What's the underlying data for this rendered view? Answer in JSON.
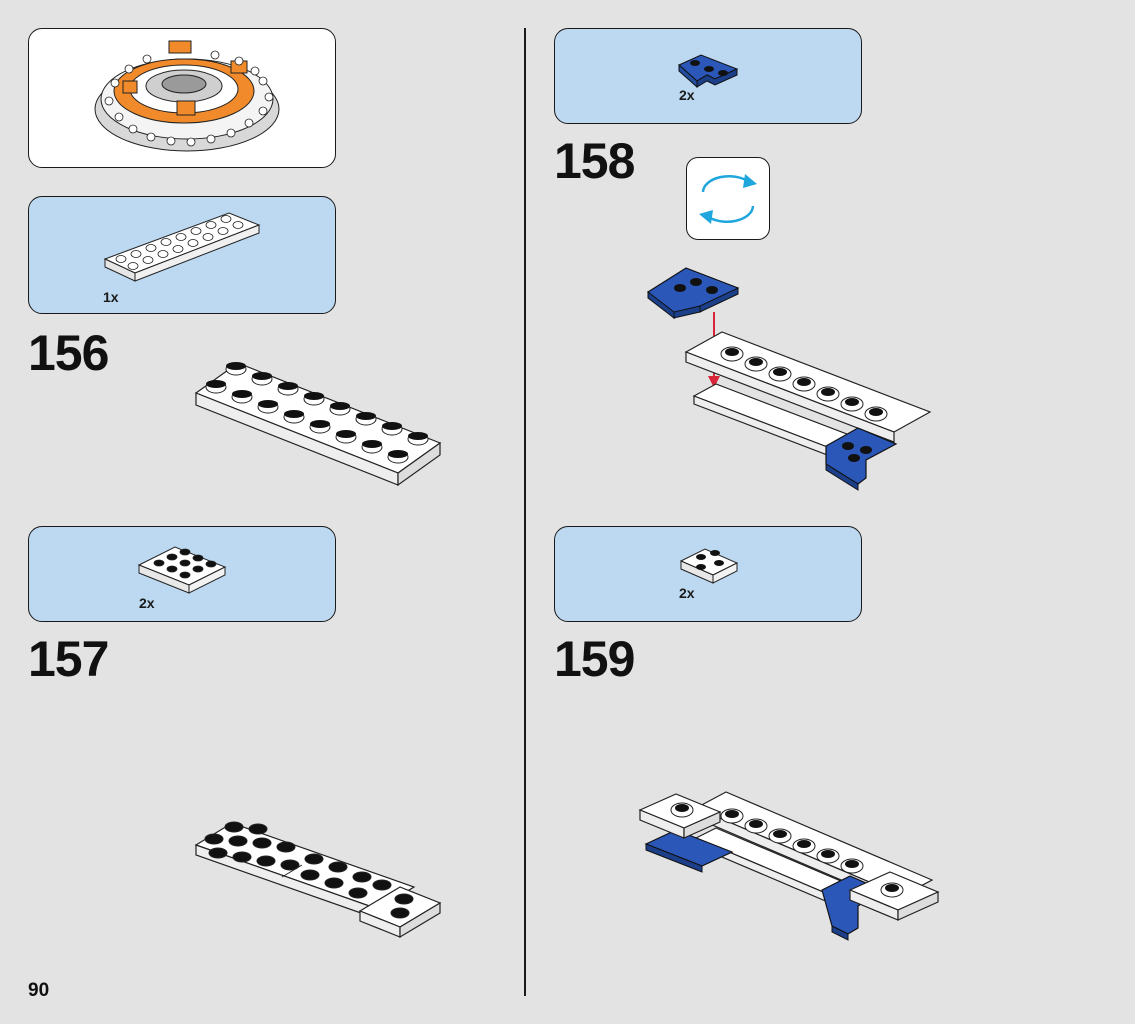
{
  "page_number": "90",
  "steps": [
    {
      "number": "156",
      "part_quantity": "1x"
    },
    {
      "number": "157",
      "part_quantity": "2x"
    },
    {
      "number": "158",
      "part_quantity": "2x"
    },
    {
      "number": "159",
      "part_quantity": "2x"
    }
  ],
  "icons": {
    "rotate": "rotate-model-icon",
    "arrow": "placement-arrow-icon"
  },
  "colors": {
    "background": "#e3e3e3",
    "parts_callout": "#bcd9f1",
    "brick_white": "#ffffff",
    "brick_blue": "#2a57b8",
    "brick_orange": "#f08a2a",
    "arrow_red": "#d9253a",
    "rotate_cyan": "#1fa6dd"
  }
}
